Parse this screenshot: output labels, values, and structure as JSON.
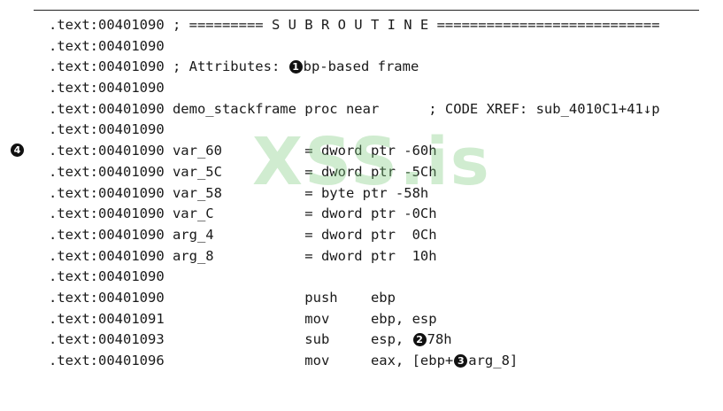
{
  "watermark": "XSS.is",
  "margin_marker": "4",
  "listing": {
    "l0": {
      "a": ".text:00401090 ; ========= S U B R O U T I N E ==========================="
    },
    "l1": {
      "a": ".text:00401090"
    },
    "l2": {
      "a": ".text:00401090 ; Attributes: ",
      "m": "1",
      "b": "bp-based frame"
    },
    "l3": {
      "a": ".text:00401090"
    },
    "l4": {
      "a": ".text:00401090 demo_stackframe proc near      ; CODE XREF: sub_4010C1+41↓p"
    },
    "l5": {
      "a": ".text:00401090"
    },
    "l6": {
      "a": ".text:00401090 var_60          = dword ptr -60h"
    },
    "l7": {
      "a": ".text:00401090 var_5C          = dword ptr -5Ch"
    },
    "l8": {
      "a": ".text:00401090 var_58          = byte ptr -58h"
    },
    "l9": {
      "a": ".text:00401090 var_C           = dword ptr -0Ch"
    },
    "l10": {
      "a": ".text:00401090 arg_4           = dword ptr  0Ch"
    },
    "l11": {
      "a": ".text:00401090 arg_8           = dword ptr  10h"
    },
    "l12": {
      "a": ".text:00401090"
    },
    "l13": {
      "a": ".text:00401090                 push    ebp"
    },
    "l14": {
      "a": ".text:00401091                 mov     ebp, esp"
    },
    "l15": {
      "a": ".text:00401093                 sub     esp, ",
      "m": "2",
      "b": "78h"
    },
    "l16": {
      "a": ".text:00401096                 mov     eax, [ebp+",
      "m": "3",
      "b": "arg_8]"
    }
  }
}
